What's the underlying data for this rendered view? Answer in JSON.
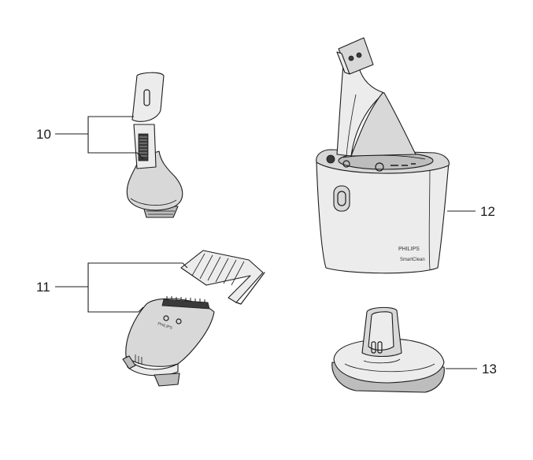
{
  "callouts": {
    "c10": "10",
    "c11": "11",
    "c12": "12",
    "c13": "13"
  },
  "labels": {
    "brand_cleaner": "PHILIPS",
    "model_cleaner": "SmartClean",
    "brand_trimmer": "PHILIPS"
  }
}
